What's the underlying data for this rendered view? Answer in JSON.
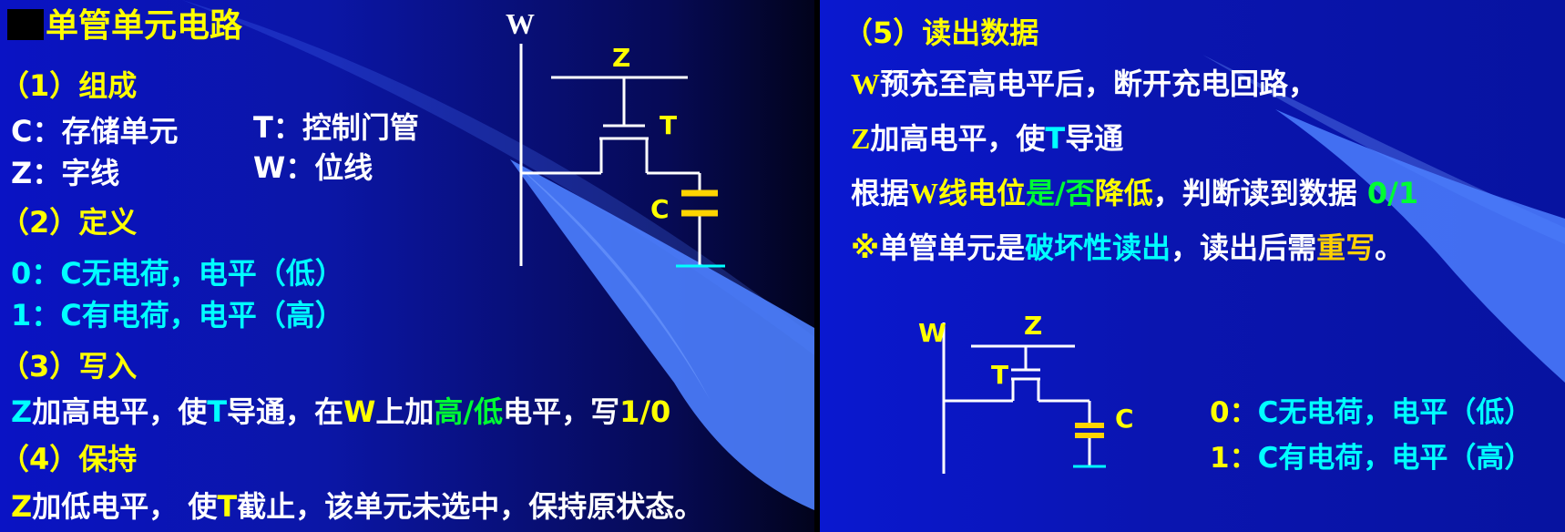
{
  "left": {
    "title": "单管单元电路",
    "s1": "（1）组成",
    "c_def": "C：存储单元",
    "t_def": "T：控制门管",
    "z_def": "Z：字线",
    "w_def": "W：位线",
    "s2": "（2）定义",
    "def0": "0：C无电荷，电平（低）",
    "def1": "1：C有电荷，电平（高）",
    "s3": "（3）写入",
    "write": {
      "p1": "Z",
      "p2": "加高电平，使",
      "p3": "T",
      "p4": "导通，在",
      "p5": "W",
      "p6": "上加",
      "p7": "高/低",
      "p8": "电平，写",
      "p9": "1/0"
    },
    "s4": "（4）保持",
    "hold": {
      "p1": "Z",
      "p2": "加低电平， 使",
      "p3": "T",
      "p4": "截止，该单元未选中，保持原状态。"
    },
    "circuit": {
      "w": "W",
      "z": "Z",
      "t": "T",
      "c": "C"
    }
  },
  "right": {
    "s5": "（5）读出数据",
    "r1": {
      "p1": "W",
      "p2": "预充至高电平后，断开充电回路，"
    },
    "r2": {
      "p1": "Z",
      "p2": "加高电平，使",
      "p3": "T",
      "p4": "导通"
    },
    "r3": {
      "p1": "根据",
      "p2": "W",
      "p3": "线电位",
      "p4": "是/否",
      "p5": "降低",
      "p6": "，判断读到数据 ",
      "p7": "0/1"
    },
    "r4": {
      "p1": "※",
      "p2": "单管单元是",
      "p3": "破坏性读出",
      "p4": "，读出后需",
      "p5": "重写",
      "p6": "。"
    },
    "circuit": {
      "w": "W",
      "z": "Z",
      "t": "T",
      "c": "C"
    },
    "def0": {
      "p1": "0：",
      "p2": "C无电荷，电平（低）"
    },
    "def1": {
      "p1": "1：",
      "p2": "C有电荷，电平（高）"
    }
  },
  "colors": {
    "heading": "#ffff00",
    "body": "#ffffff",
    "highlight_cyan": "#00ffff",
    "highlight_green": "#00ff33",
    "highlight_orange": "#ffd000",
    "background": "#0a13c4"
  }
}
